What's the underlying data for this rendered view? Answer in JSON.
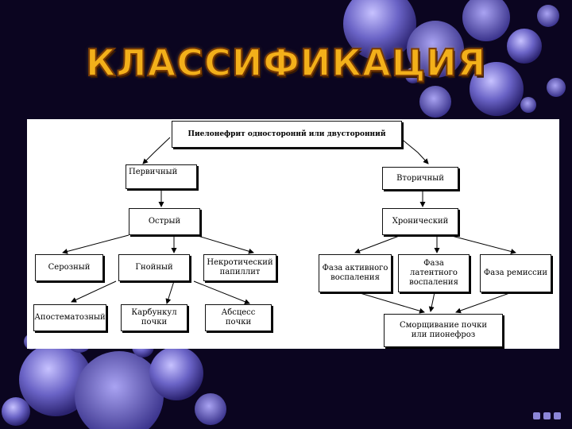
{
  "title": "КЛАССИФИКАЦИЯ",
  "diagram": {
    "root": "Пиелонефрит одностороннй или двусторонний",
    "primary": "Первичный",
    "secondary": "Вторичный",
    "acute": "Острый",
    "chronic": "Хронический",
    "serous": "Серозный",
    "purulent": "Гнойный",
    "necrotic": "Некротический папиллит",
    "apostematous": "Апостематозный",
    "carbuncle": "Карбункул почки",
    "abscess": "Абсцесс почки",
    "phase_active": "Фаза активного воспаления",
    "phase_latent": "Фаза латентного воспаления",
    "phase_remission": "Фаза ремиссии",
    "outcome": "Сморщивание почки или пионефроз"
  },
  "colors": {
    "background": "#0b0520",
    "title": "#f3b01a",
    "bubble": "#8c86d8"
  }
}
